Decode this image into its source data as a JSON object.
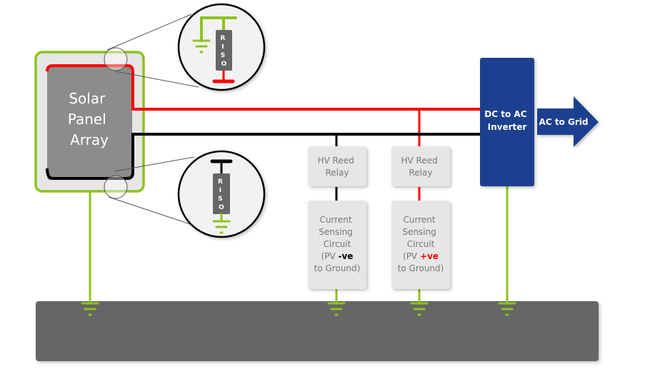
{
  "diagram": {
    "colors": {
      "positive_wire": "#ff0000",
      "negative_wire": "#000000",
      "ground": "#8dc21f",
      "panel_fill": "#8c8c8c",
      "panel_frame": "#e6e6e6",
      "box_fill": "#e6e6e6",
      "box_text": "#777777",
      "inverter_fill": "#1f3f8f",
      "earth_bar": "#666666",
      "riso_fill": "#666666"
    },
    "solar_panel": {
      "line1": "Solar",
      "line2": "Panel",
      "line3": "Array"
    },
    "riso_top": {
      "label_chars": [
        "R",
        "I",
        "S",
        "O"
      ]
    },
    "riso_bottom": {
      "label_chars": [
        "R",
        "I",
        "S",
        "O"
      ]
    },
    "relay_negative": {
      "line1": "HV Reed",
      "line2": "Relay"
    },
    "relay_positive": {
      "line1": "HV Reed",
      "line2": "Relay"
    },
    "sensing_negative": {
      "line1": "Current",
      "line2": "Sensing",
      "line3": "Circuit",
      "line4_prefix": "(PV ",
      "line4_highlight": "-ve",
      "line5": "to Ground)"
    },
    "sensing_positive": {
      "line1": "Current",
      "line2": "Sensing",
      "line3": "Circuit",
      "line4_prefix": "(PV ",
      "line4_highlight": "+ve",
      "line5": "to Ground)"
    },
    "inverter": {
      "line1": "DC to AC",
      "line2": "Inverter"
    },
    "grid_arrow": {
      "label": "AC to Grid"
    }
  }
}
